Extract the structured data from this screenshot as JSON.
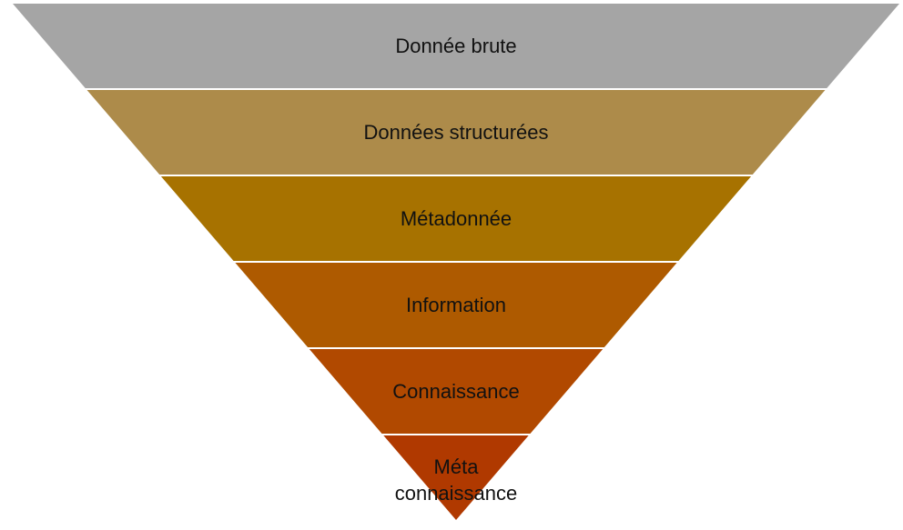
{
  "diagram": {
    "levels": [
      {
        "label": "Donnée brute",
        "color": "#A5A5A5"
      },
      {
        "label": "Données structurées",
        "color": "#AD8B4A"
      },
      {
        "label": "Métadonnée",
        "color": "#A77200"
      },
      {
        "label": "Information",
        "color": "#AE5A00"
      },
      {
        "label": "Connaissance",
        "color": "#B14900"
      },
      {
        "label": "Méta",
        "label_line2": "connaissance",
        "color": "#B03900"
      }
    ],
    "divider_color": "#FFFFFF"
  }
}
